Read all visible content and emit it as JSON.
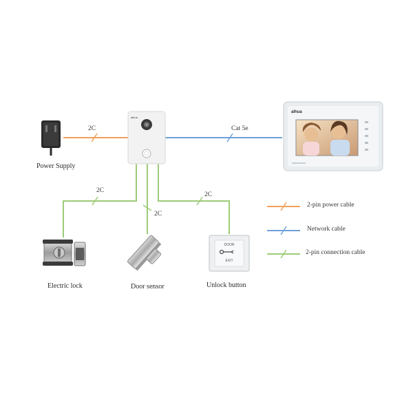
{
  "devices": {
    "power_supply": "Power  Supply",
    "electric_lock": "Electric lock",
    "door_sensor": "Door sensor",
    "unlock_button": "Unlock button",
    "indoor_monitor_brand": "alhua",
    "exit_button_top": "DOOR",
    "exit_button_bottom": "EXIT"
  },
  "cables": {
    "power_link": "2C",
    "network_link": "Cat 5e",
    "lock_link": "2C",
    "sensor_link": "2C",
    "button_link": "2C"
  },
  "legend": [
    {
      "label": "2-pin power cable",
      "color": "#f0a05a"
    },
    {
      "label": "Network cable",
      "color": "#6fa0d8"
    },
    {
      "label": "2-pin connection cable",
      "color": "#9ccc78"
    }
  ],
  "colors": {
    "power": "#f0a05a",
    "network": "#6fa0d8",
    "connection": "#9ccc78"
  }
}
